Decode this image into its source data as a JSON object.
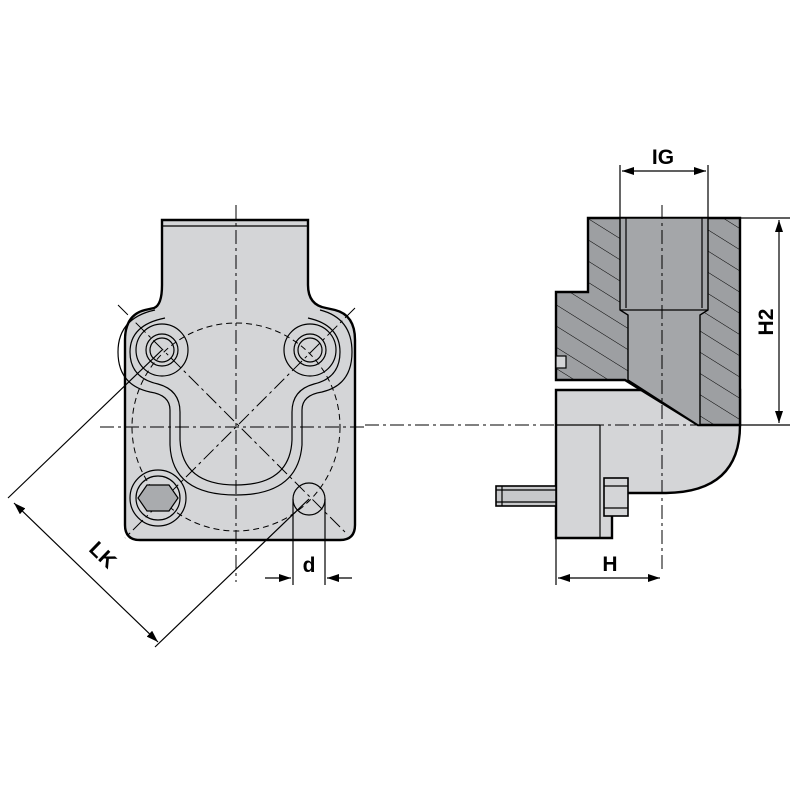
{
  "labels": {
    "lk": "LK",
    "d": "d",
    "ig": "IG",
    "h": "H",
    "h2": "H2"
  },
  "colors": {
    "body_fill": "#d4d5d7",
    "bore_fill": "#a4a6a9",
    "section_fill": "#9d9fa2",
    "line": "#000000"
  }
}
